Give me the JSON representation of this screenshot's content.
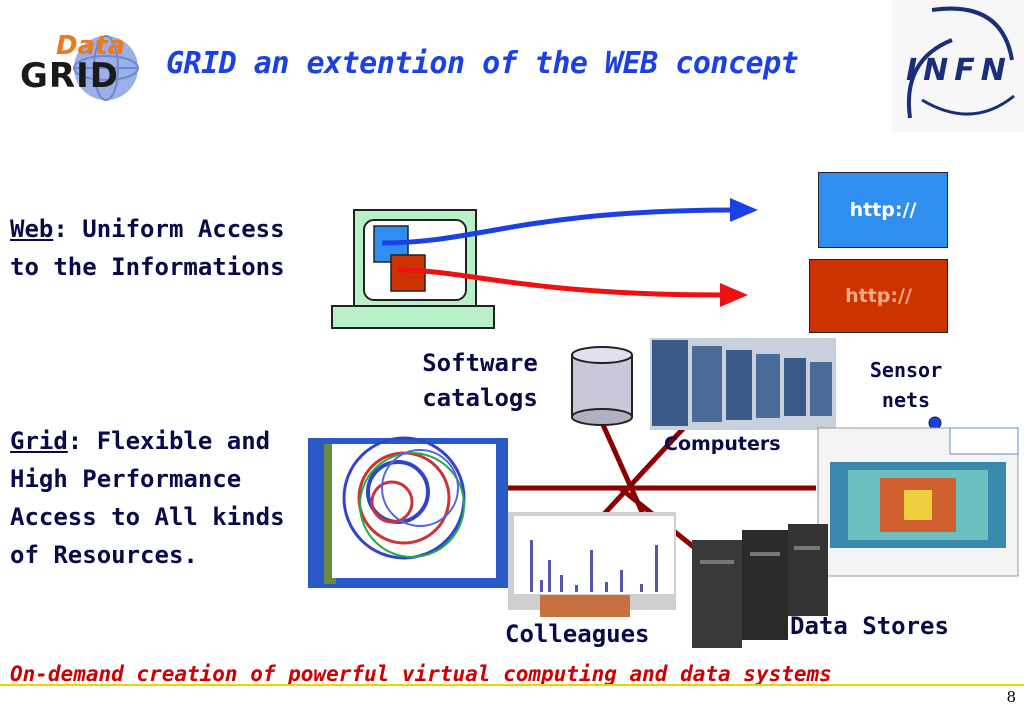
{
  "header": {
    "title": "GRID an extention of the WEB concept",
    "logo_left_top": "Data",
    "logo_left_bottom": "GRID",
    "logo_right": "INFN"
  },
  "web_block": {
    "keyword": "Web",
    "text": ": Uniform Access to the Informations"
  },
  "grid_block": {
    "keyword": "Grid",
    "text": ": Flexible and High Performance Access to All kinds of Resources."
  },
  "http_boxes": {
    "blue": "http://",
    "red": "http://"
  },
  "labels": {
    "software_catalogs": "Software catalogs",
    "sensor_nets": "Sensor nets",
    "computers": "Computers",
    "colleagues": "Colleagues",
    "data_stores": "Data Stores"
  },
  "footer": "On-demand creation of powerful virtual computing and data systems",
  "page_number": "8",
  "colors": {
    "title": "#1a40e6",
    "footer": "#cc0000",
    "http_blue": "#2f8ff0",
    "http_red": "#cc3300",
    "network_line": "#8b0000"
  }
}
